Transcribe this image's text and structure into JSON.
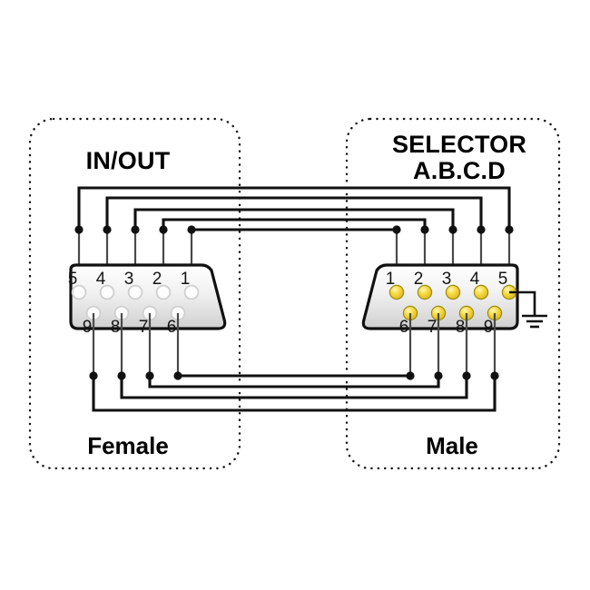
{
  "diagram": {
    "title_left": "IN/OUT",
    "title_right_line1": "SELECTOR",
    "title_right_line2": "A.B.C.D",
    "footer_left": "Female",
    "footer_right": "Male",
    "colors": {
      "wire": "#111111",
      "lead": "#4a4a4a",
      "male_pin": "#f5d33a",
      "male_pin_edge": "#9b8a14",
      "female_hole": "#fdfdfd",
      "female_hole_edge": "#cfcfcf",
      "shell_fill_light": "#ffffff",
      "shell_fill_dark": "#d8d8d8",
      "outline": "#111111",
      "background": "#ffffff"
    },
    "left_connector": {
      "name": "Female",
      "type": "DB9 female",
      "top_row_pins": [
        "5",
        "4",
        "3",
        "2",
        "1"
      ],
      "bottom_row_pins": [
        "9",
        "8",
        "7",
        "6"
      ],
      "pin_style": "hollow-socket"
    },
    "right_connector": {
      "name": "Male",
      "type": "DB9 male",
      "top_row_pins": [
        "1",
        "2",
        "3",
        "4",
        "5"
      ],
      "bottom_row_pins": [
        "6",
        "7",
        "8",
        "9"
      ],
      "pin_style": "gold-pin"
    },
    "ground": {
      "symbol": "earth-ground",
      "attached_to_pin": "5",
      "connector": "Male",
      "bar_count": 3
    },
    "connections": [
      {
        "from_connector": "Female",
        "from_pin": "5",
        "to_connector": "Male",
        "to_pin": "5",
        "route": "top"
      },
      {
        "from_connector": "Female",
        "from_pin": "4",
        "to_connector": "Male",
        "to_pin": "4",
        "route": "top"
      },
      {
        "from_connector": "Female",
        "from_pin": "3",
        "to_connector": "Male",
        "to_pin": "3",
        "route": "top"
      },
      {
        "from_connector": "Female",
        "from_pin": "2",
        "to_connector": "Male",
        "to_pin": "2",
        "route": "top"
      },
      {
        "from_connector": "Female",
        "from_pin": "1",
        "to_connector": "Male",
        "to_pin": "1",
        "route": "top"
      },
      {
        "from_connector": "Female",
        "from_pin": "6",
        "to_connector": "Male",
        "to_pin": "6",
        "route": "bottom"
      },
      {
        "from_connector": "Female",
        "from_pin": "7",
        "to_connector": "Male",
        "to_pin": "7",
        "route": "bottom"
      },
      {
        "from_connector": "Female",
        "from_pin": "8",
        "to_connector": "Male",
        "to_pin": "8",
        "route": "bottom"
      },
      {
        "from_connector": "Female",
        "from_pin": "9",
        "to_connector": "Male",
        "to_pin": "9",
        "route": "bottom"
      }
    ]
  }
}
